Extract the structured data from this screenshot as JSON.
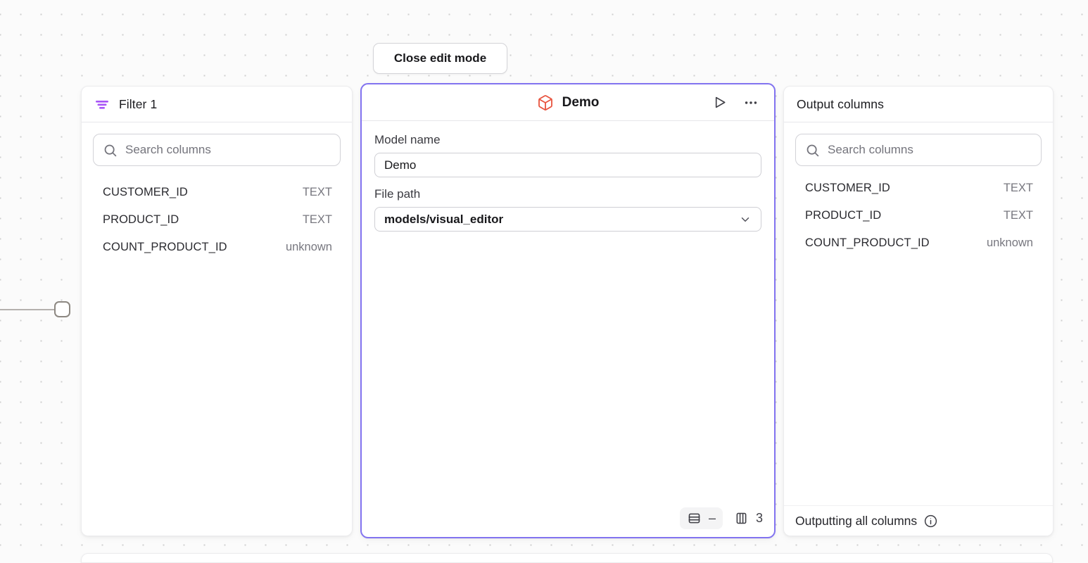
{
  "canvas": {
    "close_edit_mode_label": "Close edit mode"
  },
  "filter_panel": {
    "title": "Filter 1",
    "search_placeholder": "Search columns",
    "columns": [
      {
        "name": "CUSTOMER_ID",
        "type": "TEXT"
      },
      {
        "name": "PRODUCT_ID",
        "type": "TEXT"
      },
      {
        "name": "COUNT_PRODUCT_ID",
        "type": "unknown"
      }
    ]
  },
  "model_panel": {
    "title": "Demo",
    "model_name_label": "Model name",
    "model_name_value": "Demo",
    "file_path_label": "File path",
    "file_path_value": "models/visual_editor",
    "row_count": "–",
    "column_count": "3"
  },
  "output_panel": {
    "title": "Output columns",
    "search_placeholder": "Search columns",
    "columns": [
      {
        "name": "CUSTOMER_ID",
        "type": "TEXT"
      },
      {
        "name": "PRODUCT_ID",
        "type": "TEXT"
      },
      {
        "name": "COUNT_PRODUCT_ID",
        "type": "unknown"
      }
    ],
    "footer_text": "Outputting all columns"
  },
  "icons": {
    "filter": "filter-lines-icon",
    "model": "cube-icon",
    "run": "play-icon",
    "menu": "ellipsis-icon",
    "search": "search-icon",
    "rows": "table-rows-icon",
    "columns": "table-columns-icon",
    "info": "info-icon",
    "chevron": "chevron-down-icon"
  },
  "colors": {
    "selected_node_border": "#8273f0",
    "filter_icon_purple": "#a855f7",
    "model_icon_orange": "#e8533e",
    "canvas_dot": "#cfcfcf"
  }
}
